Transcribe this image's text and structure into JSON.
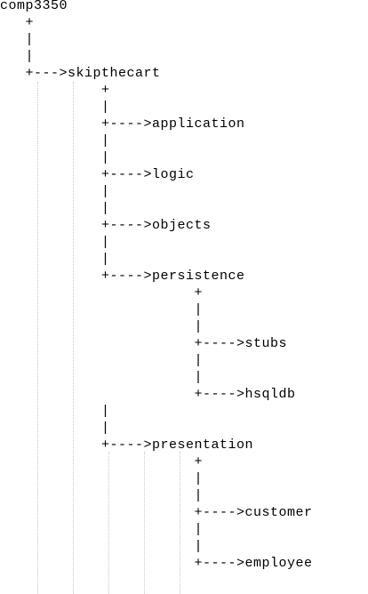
{
  "diagram": {
    "type": "ascii-directory-tree",
    "lines": [
      "comp3350",
      "   +",
      "   |",
      "   |",
      "   +--->skipthecart",
      "            +",
      "            |",
      "            +---->application",
      "            |",
      "            |",
      "            +---->logic",
      "            |",
      "            |",
      "            +---->objects",
      "            |",
      "            |",
      "            +---->persistence",
      "                       +",
      "                       |",
      "                       |",
      "                       +---->stubs",
      "                       |",
      "                       |",
      "                       +---->hsqldb",
      "            |",
      "            |",
      "            +---->presentation",
      "                       +",
      "                       |",
      "                       |",
      "                       +---->customer",
      "                       |",
      "                       |",
      "                       +---->employee"
    ]
  }
}
